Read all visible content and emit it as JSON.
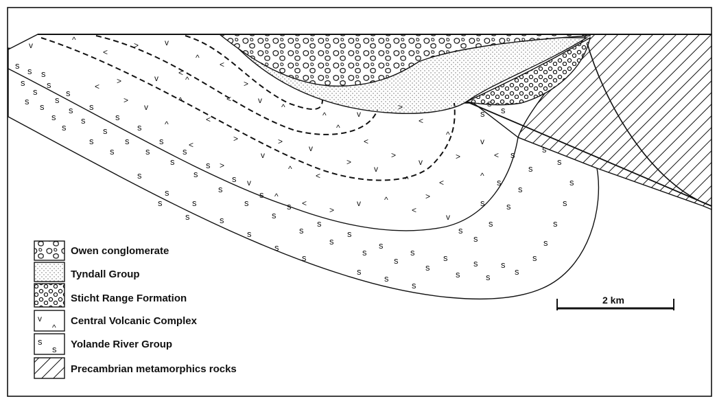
{
  "legend": [
    {
      "key": "owen",
      "label": "Owen conglomerate"
    },
    {
      "key": "tyndall",
      "label": "Tyndall Group"
    },
    {
      "key": "sticht",
      "label": "Sticht Range Formation"
    },
    {
      "key": "volcanic",
      "label": "Central Volcanic Complex"
    },
    {
      "key": "yolande",
      "label": "Yolande River Group"
    },
    {
      "key": "precambrian",
      "label": "Precambrian metamorphics rocks"
    }
  ],
  "scale_bar": {
    "label": "2 km"
  },
  "colors": {
    "line": "#111111",
    "background": "#ffffff"
  },
  "symbols": {
    "yolande": "s",
    "volcanic": [
      "v",
      "^",
      "<",
      ">"
    ]
  }
}
